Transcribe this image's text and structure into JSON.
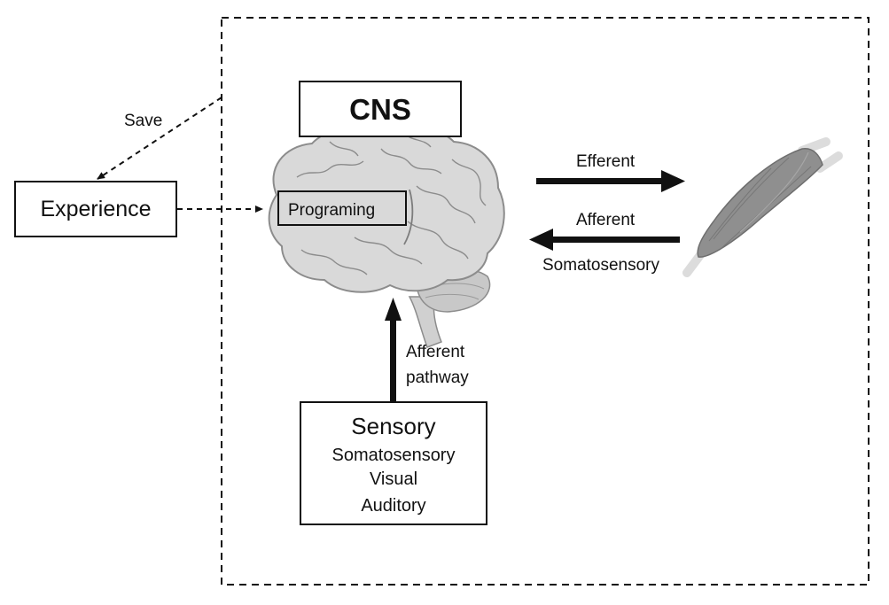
{
  "diagram": {
    "cns_label": "CNS",
    "programming_label": "Programing",
    "experience_label": "Experience",
    "save_label": "Save",
    "efferent_label": "Efferent",
    "afferent_label": "Afferent",
    "somatosensory_feedback_label": "Somatosensory",
    "afferent_pathway_line1": "Afferent",
    "afferent_pathway_line2": "pathway",
    "sensory": {
      "title": "Sensory",
      "items": [
        "Somatosensory",
        "Visual",
        "Auditory"
      ]
    }
  },
  "colors": {
    "line": "#111111",
    "brain_fill": "#d9d9d9",
    "brain_stroke": "#8c8c8c",
    "muscle_fill": "#8f8f8f",
    "muscle_stroke": "#6e6e6e",
    "tendon": "#dcdcdc"
  },
  "icons": {
    "brain": "brain-icon",
    "muscle": "muscle-icon"
  }
}
